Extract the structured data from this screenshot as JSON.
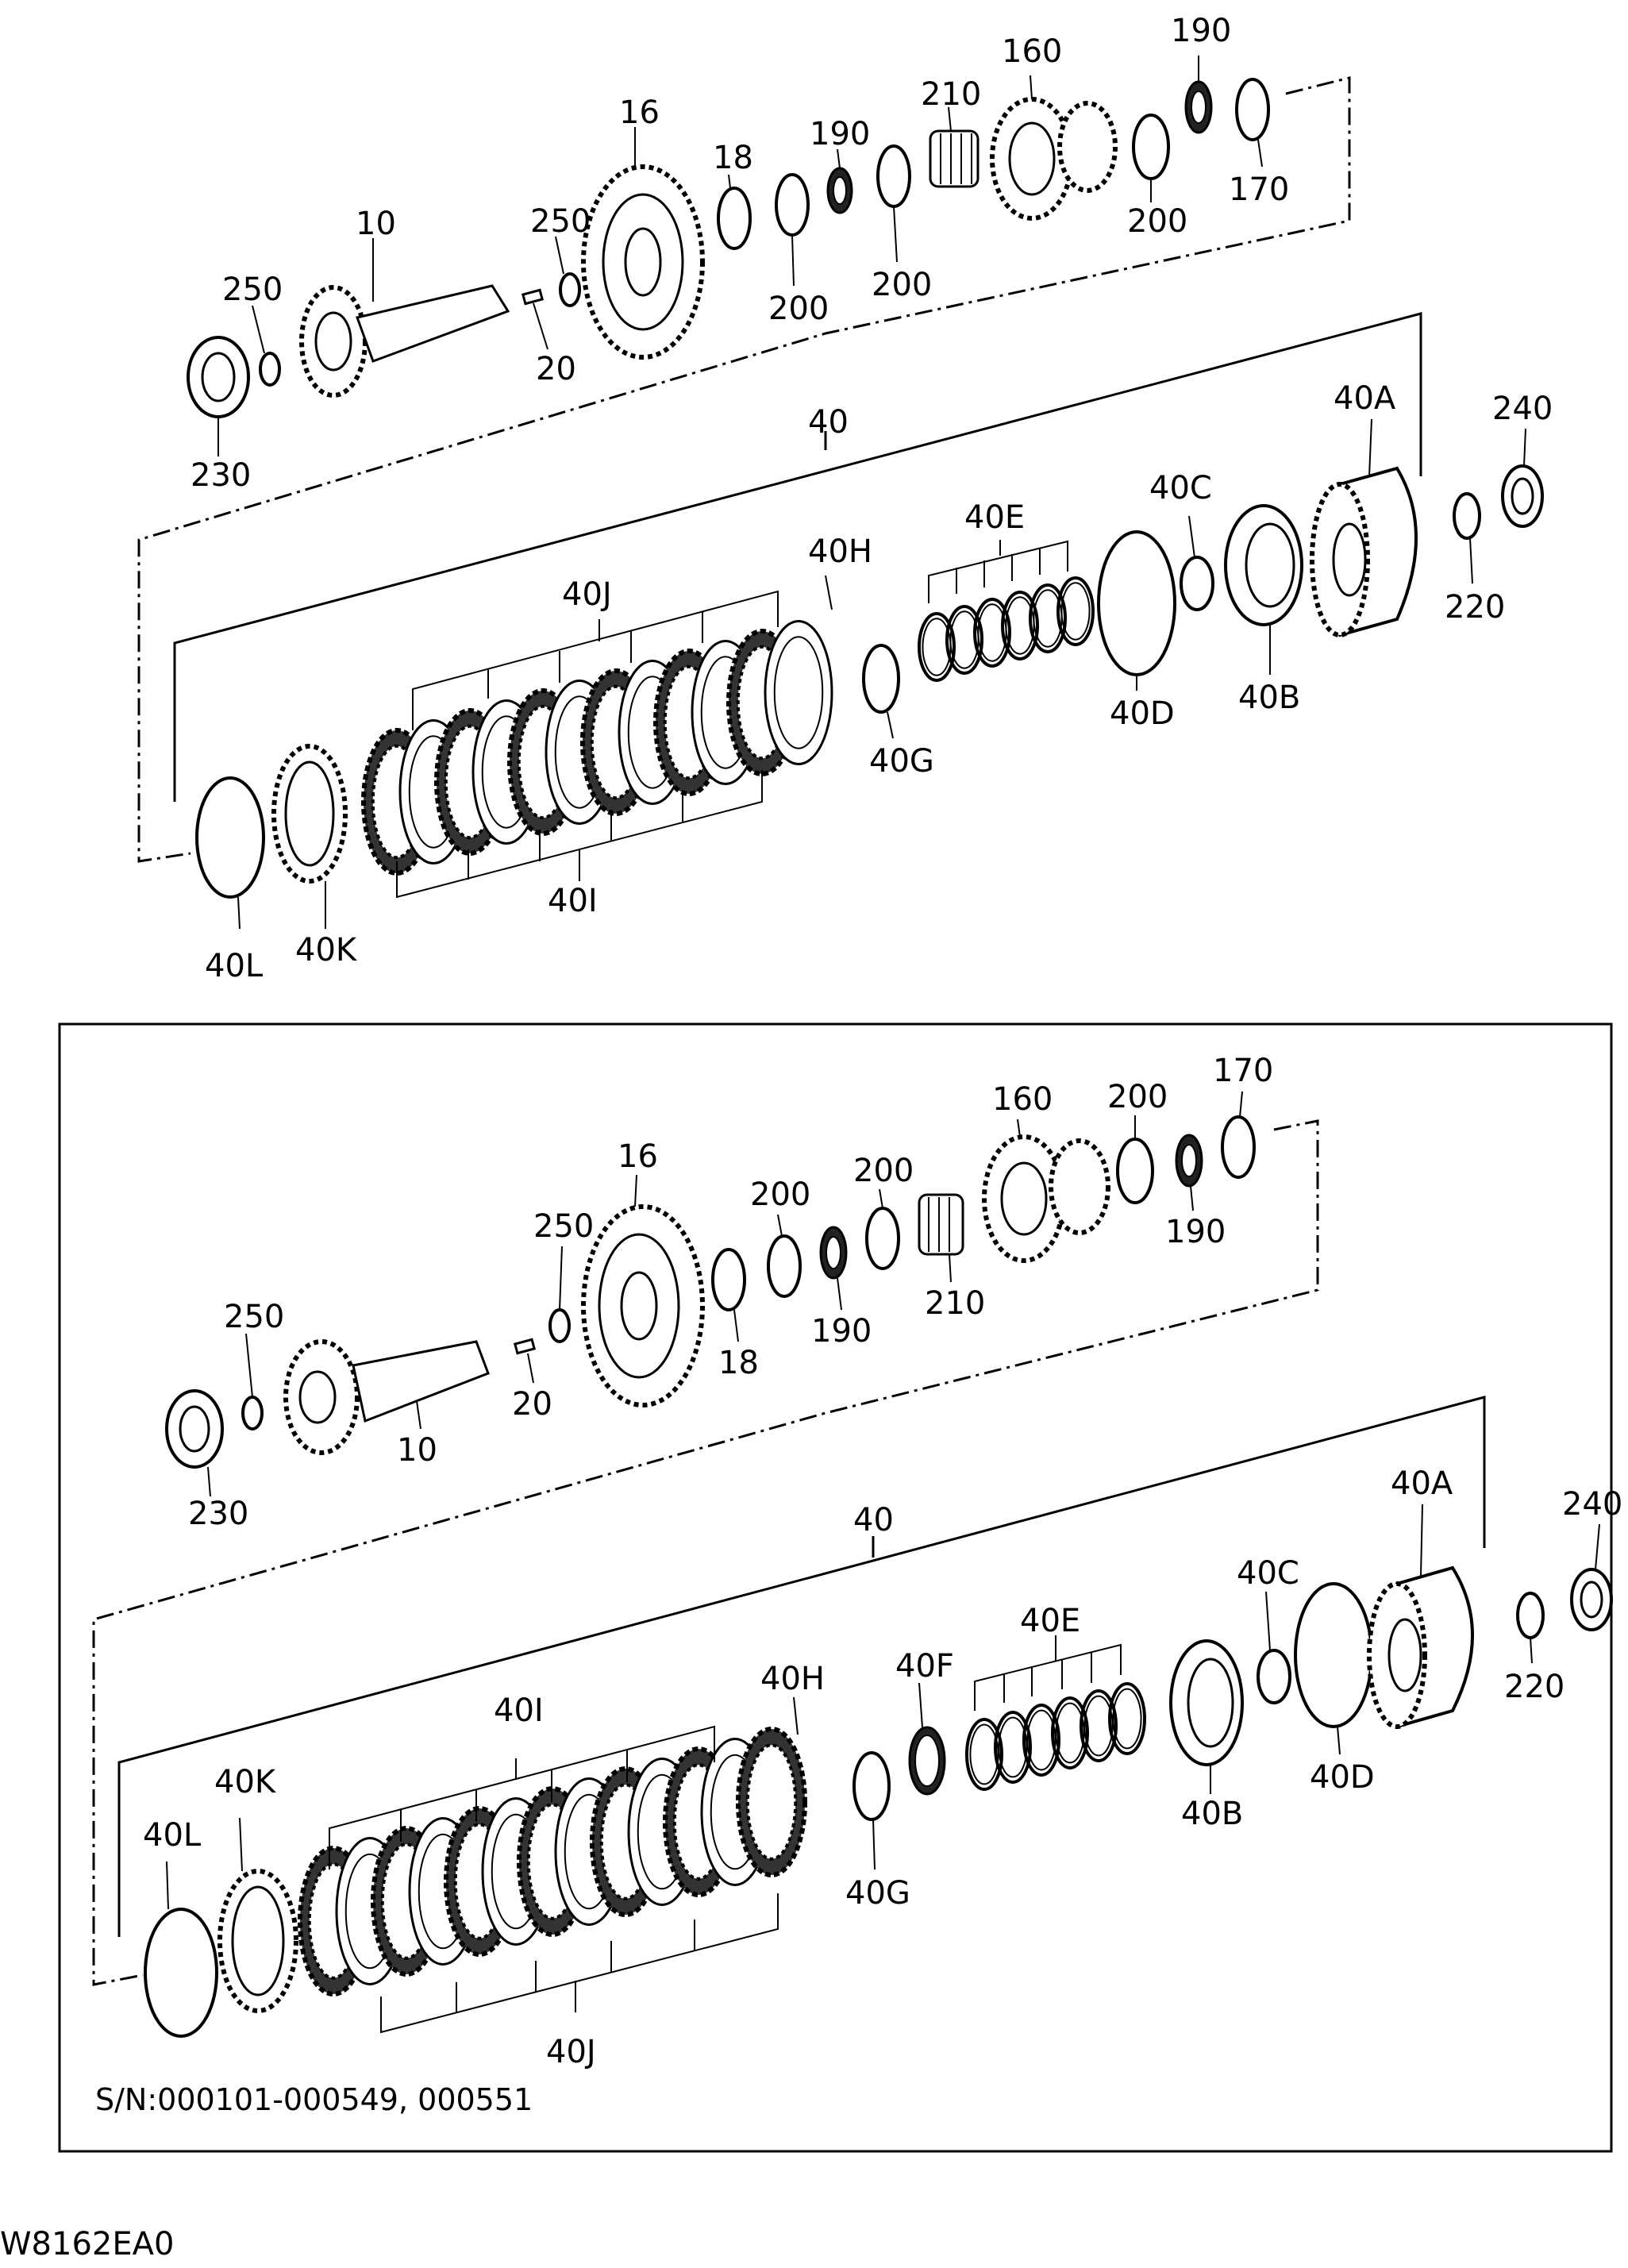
{
  "diagram": {
    "top_section": {
      "callouts": {
        "p10": "10",
        "p16": "16",
        "p18": "18",
        "p20": "20",
        "p160": "160",
        "p170": "170",
        "p190a": "190",
        "p190b": "190",
        "p200a": "200",
        "p200b": "200",
        "p200c": "200",
        "p210": "210",
        "p230": "230",
        "p240": "240",
        "p250a": "250",
        "p250b": "250",
        "p220": "220",
        "p40": "40",
        "p40A": "40A",
        "p40B": "40B",
        "p40C": "40C",
        "p40D": "40D",
        "p40E": "40E",
        "p40G": "40G",
        "p40H": "40H",
        "p40I": "40I",
        "p40J": "40J",
        "p40K": "40K",
        "p40L": "40L"
      }
    },
    "bottom_section": {
      "callouts": {
        "p10": "10",
        "p16": "16",
        "p18": "18",
        "p20": "20",
        "p160": "160",
        "p170": "170",
        "p190a": "190",
        "p190b": "190",
        "p200a": "200",
        "p200b": "200",
        "p200c": "200",
        "p210": "210",
        "p230": "230",
        "p240": "240",
        "p250a": "250",
        "p250b": "250",
        "p220": "220",
        "p40": "40",
        "p40A": "40A",
        "p40B": "40B",
        "p40C": "40C",
        "p40D": "40D",
        "p40E": "40E",
        "p40F": "40F",
        "p40G": "40G",
        "p40H": "40H",
        "p40I": "40I",
        "p40J": "40J",
        "p40K": "40K",
        "p40L": "40L"
      },
      "serial_note": "S/N:000101-000549, 000551"
    },
    "figure_code": "W8162EA0"
  }
}
